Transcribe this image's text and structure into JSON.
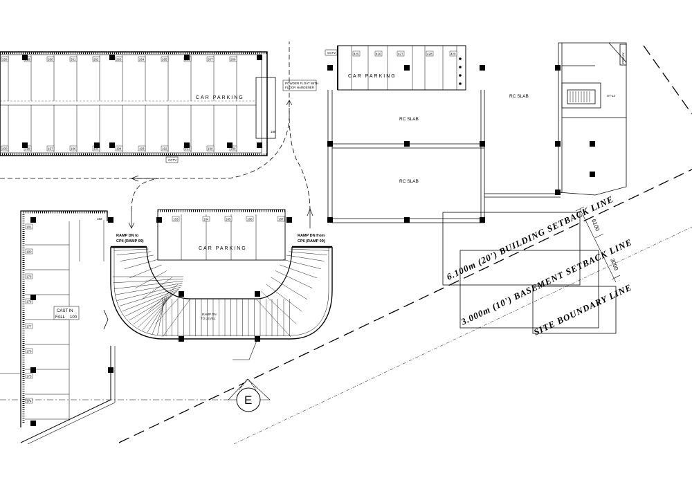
{
  "labels": {
    "car_parking": "CAR PARKING",
    "rc_slab": "RC SLAB",
    "powder_float": "POWDER FLOAT WITH",
    "floor_hardener": "FLOOR HARDENER",
    "cctv": "CCTV",
    "ramp_to_cp4_line1": "RAMP DN to",
    "ramp_to_cp4_line2": "CP4 (RAMP 09)",
    "ramp_from_cp6_line1": "RAMP DN from",
    "ramp_from_cp6_line2": "CP6 (RAMP 09)",
    "ramp_mid_line1": "RAMP DN",
    "ramp_mid_line2": "TO LEVEL",
    "cast_in": "CAST IN",
    "fall": "FALL",
    "fall_value": "100",
    "grid_marker": "E",
    "stair_tag": "ST-12",
    "lift_tag": "FRIDAY"
  },
  "setbacks": {
    "building": "6.100m (20') BUILDING SETBACK LINE",
    "basement": "3.000m (10') BASEMENT SETBACK LINE",
    "site": "SITE BOUNDARY LINE",
    "dim_6100": "6100",
    "dim_3000": "3000"
  },
  "stalls": {
    "top_row": [
      "258",
      "259",
      "260",
      "261",
      "262",
      "263",
      "264",
      "265",
      "266",
      "267",
      "268"
    ],
    "second_row": [
      "200",
      "199",
      "197",
      "196",
      "195",
      "194",
      "193",
      "192",
      "191",
      "190",
      "189"
    ],
    "side_top": "188",
    "mid_row": [
      "183",
      "184",
      "185",
      "186",
      "187"
    ],
    "left_col": [
      "181",
      "180",
      "179",
      "178",
      "177",
      "176",
      "175",
      "174"
    ],
    "left_top_right": "182",
    "top_right_block": [
      "425",
      "426",
      "427",
      "428",
      "429"
    ]
  }
}
